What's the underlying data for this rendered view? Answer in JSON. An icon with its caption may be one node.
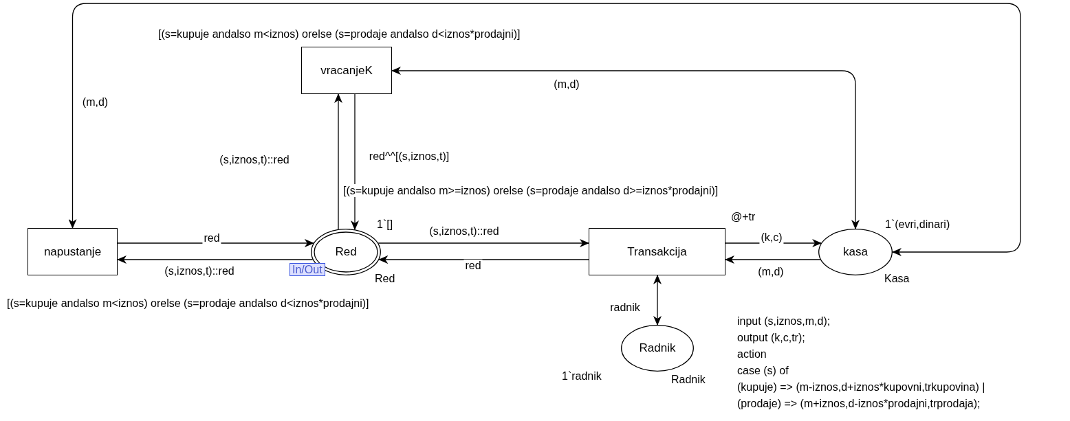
{
  "diagram": {
    "nodes": [
      {
        "text": [
          "napustanje"
        ],
        "beside": [
          "[(s=kupuje andalso m<iznos) orelse (s=prodaje andalso d<iznos*prodajni)]"
        ]
      },
      {
        "text": [
          "vracanjeK"
        ],
        "beside": [
          "[(s=kupuje andalso m<iznos) orelse (s=prodaje andalso d<iznos*prodajni)]"
        ]
      },
      {
        "text": [
          "Red"
        ],
        "beside": [
          "1`[]",
          "Red",
          "In/Out"
        ]
      },
      {
        "text": [
          "Transakcija"
        ],
        "beside": [
          "[(s=kupuje andalso m>=iznos) orelse (s=prodaje andalso d>=iznos*prodajni)]",
          "@+tr",
          "input (s,iznos,m,d);",
          "output (k,c,tr);",
          "action",
          "case (s) of",
          "(kupuje) => (m-iznos,d+iznos*kupovni,trkupovina) |",
          "(prodaje) => (m+iznos,d-iznos*prodajni,trprodaja);"
        ]
      },
      {
        "text": [
          "kasa"
        ],
        "beside": [
          "1`(evri,dinari)",
          "Kasa"
        ]
      },
      {
        "text": [
          "Radnik"
        ],
        "beside": [
          "1`radnik",
          "Radnik"
        ]
      }
    ],
    "edges": [
      {
        "from": 0,
        "to": 2,
        "arrow": "to",
        "label": "red"
      },
      {
        "from": 2,
        "to": 0,
        "arrow": "to",
        "label": "(s,iznos,t)::red"
      },
      {
        "from": 2,
        "to": 1,
        "arrow": "to",
        "label": "(s,iznos,t)::red"
      },
      {
        "from": 1,
        "to": 2,
        "arrow": "to",
        "label": "red^^[(s,iznos,t)]"
      },
      {
        "from": 2,
        "to": 3,
        "arrow": "to",
        "label": "(s,iznos,t)::red"
      },
      {
        "from": 3,
        "to": 2,
        "arrow": "to",
        "label": "red"
      },
      {
        "from": 3,
        "to": 4,
        "arrow": "to",
        "label": "(k,c)"
      },
      {
        "from": 4,
        "to": 3,
        "arrow": "to",
        "label": "(m,d)"
      },
      {
        "from": 3,
        "to": 5,
        "arrow": "both",
        "label": "radnik"
      },
      {
        "from": 4,
        "to": 1,
        "arrow": "both",
        "label": "(m,d)"
      },
      {
        "from": 4,
        "to": 0,
        "arrow": "both",
        "label": "(m,d)"
      }
    ]
  }
}
